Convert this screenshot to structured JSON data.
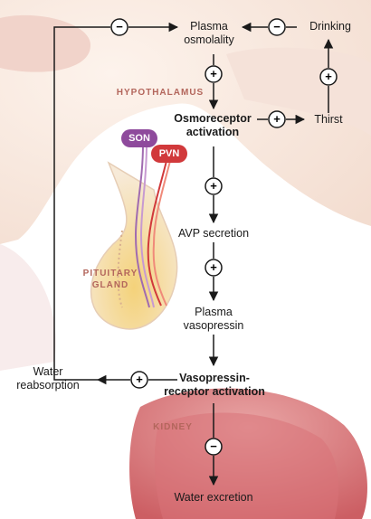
{
  "labels": {
    "plasma_osmolality": "Plasma\nosmolality",
    "drinking": "Drinking",
    "thirst": "Thirst",
    "osmoreceptor_activation": "Osmoreceptor\nactivation",
    "avp_secretion": "AVP secretion",
    "plasma_vasopressin": "Plasma\nvasopressin",
    "water_reabsorption": "Water\nreabsorption",
    "vasopressin_receptor_activation": "Vasopressin-\nreceptor activation",
    "water_excretion": "Water excretion"
  },
  "regions": {
    "hypothalamus": "HYPOTHALAMUS",
    "pituitary": "PITUITARY\nGLAND",
    "kidney": "KIDNEY"
  },
  "nuclei": {
    "son": "SON",
    "pvn": "PVN"
  },
  "signs": {
    "plus": "+",
    "minus": "−"
  },
  "colors": {
    "son": "#8e4a9c",
    "pvn": "#d1393b",
    "region_text": "#b3665c",
    "arrow": "#1a1a1a"
  }
}
